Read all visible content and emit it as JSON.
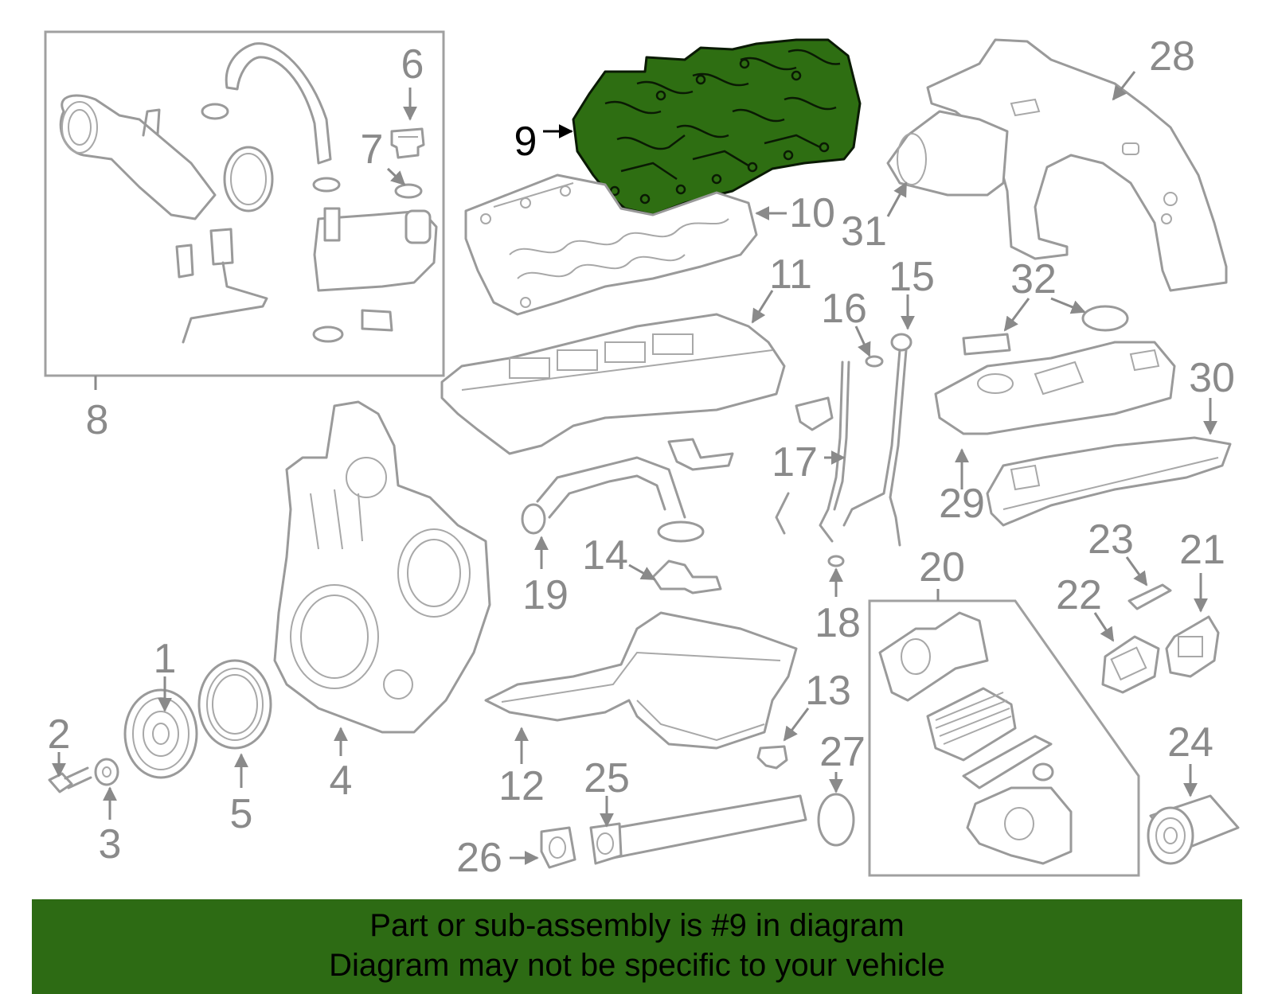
{
  "callouts": [
    "1",
    "2",
    "3",
    "4",
    "5",
    "6",
    "7",
    "8",
    "9",
    "10",
    "11",
    "12",
    "13",
    "14",
    "15",
    "16",
    "17",
    "18",
    "19",
    "20",
    "21",
    "22",
    "23",
    "24",
    "25",
    "26",
    "27",
    "28",
    "29",
    "30",
    "31",
    "32"
  ],
  "highlighted_part": "9",
  "colors": {
    "highlight": "#2d6b14",
    "line": "#9a9a9a",
    "banner": "#2d6b14"
  },
  "banner": {
    "line1": "Part or sub-assembly is #9 in diagram",
    "line2": "Diagram may not be specific to your vehicle"
  }
}
